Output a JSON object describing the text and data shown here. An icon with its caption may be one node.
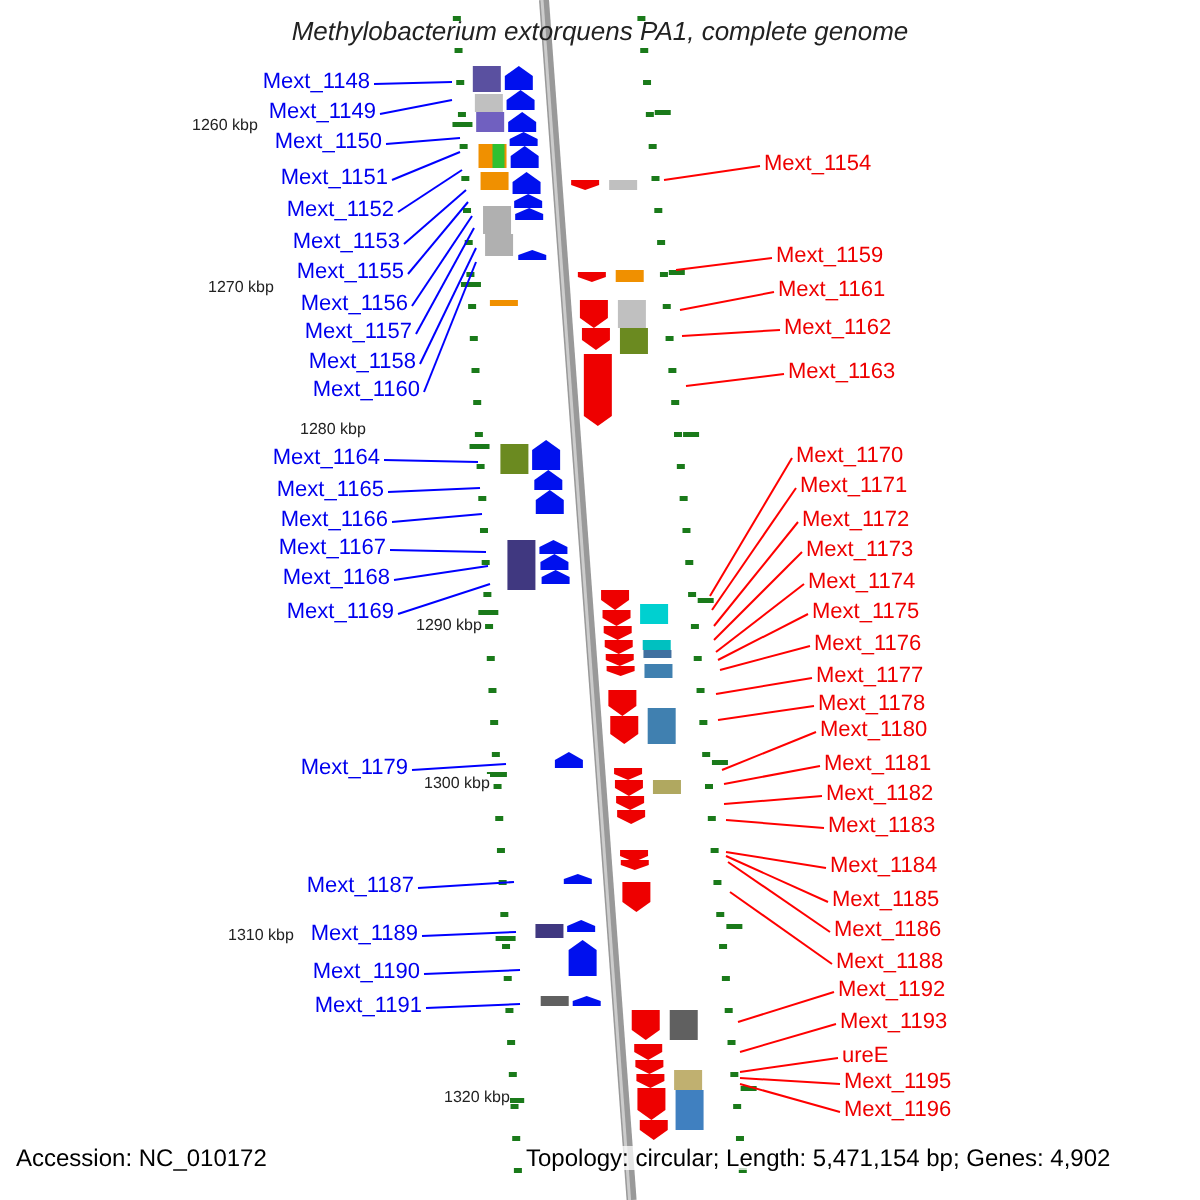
{
  "diagram": {
    "title": "Methylobacterium extorquens PA1, complete genome",
    "nodes": [
      {
        "text": [
          "Mext_1148"
        ]
      },
      {
        "text": [
          "Mext_1149"
        ]
      },
      {
        "text": [
          "Mext_1150"
        ]
      },
      {
        "text": [
          "Mext_1151"
        ]
      },
      {
        "text": [
          "Mext_1152"
        ]
      },
      {
        "text": [
          "Mext_1153"
        ]
      },
      {
        "text": [
          "Mext_1155"
        ]
      },
      {
        "text": [
          "Mext_1156"
        ]
      },
      {
        "text": [
          "Mext_1157"
        ]
      },
      {
        "text": [
          "Mext_1158"
        ]
      },
      {
        "text": [
          "Mext_1160"
        ]
      },
      {
        "text": [
          "Mext_1164"
        ]
      },
      {
        "text": [
          "Mext_1165"
        ]
      },
      {
        "text": [
          "Mext_1166"
        ]
      },
      {
        "text": [
          "Mext_1167"
        ]
      },
      {
        "text": [
          "Mext_1168"
        ]
      },
      {
        "text": [
          "Mext_1169"
        ]
      },
      {
        "text": [
          "Mext_1179"
        ]
      },
      {
        "text": [
          "Mext_1187"
        ]
      },
      {
        "text": [
          "Mext_1189"
        ]
      },
      {
        "text": [
          "Mext_1190"
        ]
      },
      {
        "text": [
          "Mext_1191"
        ]
      },
      {
        "text": [
          "Mext_1154"
        ]
      },
      {
        "text": [
          "Mext_1159"
        ]
      },
      {
        "text": [
          "Mext_1161"
        ]
      },
      {
        "text": [
          "Mext_1162"
        ]
      },
      {
        "text": [
          "Mext_1163"
        ]
      },
      {
        "text": [
          "Mext_1170"
        ]
      },
      {
        "text": [
          "Mext_1171"
        ]
      },
      {
        "text": [
          "Mext_1172"
        ]
      },
      {
        "text": [
          "Mext_1173"
        ]
      },
      {
        "text": [
          "Mext_1174"
        ]
      },
      {
        "text": [
          "Mext_1175"
        ]
      },
      {
        "text": [
          "Mext_1176"
        ]
      },
      {
        "text": [
          "Mext_1177"
        ]
      },
      {
        "text": [
          "Mext_1178"
        ]
      },
      {
        "text": [
          "Mext_1180"
        ]
      },
      {
        "text": [
          "Mext_1181"
        ]
      },
      {
        "text": [
          "Mext_1182"
        ]
      },
      {
        "text": [
          "Mext_1183"
        ]
      },
      {
        "text": [
          "Mext_1184"
        ]
      },
      {
        "text": [
          "Mext_1185"
        ]
      },
      {
        "text": [
          "Mext_1186"
        ]
      },
      {
        "text": [
          "Mext_1188"
        ]
      },
      {
        "text": [
          "Mext_1192"
        ]
      },
      {
        "text": [
          "Mext_1193"
        ]
      },
      {
        "text": [
          "ureE"
        ]
      },
      {
        "text": [
          "Mext_1195"
        ]
      },
      {
        "text": [
          "Mext_1196"
        ]
      }
    ],
    "edges": [
      {
        "from": 0,
        "to": null,
        "arrow": "none",
        "color": "#0000ff"
      },
      {
        "from": 1,
        "to": null,
        "arrow": "none",
        "color": "#0000ff"
      },
      {
        "from": 2,
        "to": null,
        "arrow": "none",
        "color": "#0000ff"
      },
      {
        "from": 3,
        "to": null,
        "arrow": "none",
        "color": "#0000ff"
      },
      {
        "from": 4,
        "to": null,
        "arrow": "none",
        "color": "#0000ff"
      },
      {
        "from": 5,
        "to": null,
        "arrow": "none",
        "color": "#0000ff"
      },
      {
        "from": 6,
        "to": null,
        "arrow": "none",
        "color": "#0000ff"
      },
      {
        "from": 7,
        "to": null,
        "arrow": "none",
        "color": "#0000ff"
      },
      {
        "from": 8,
        "to": null,
        "arrow": "none",
        "color": "#0000ff"
      },
      {
        "from": 9,
        "to": null,
        "arrow": "none",
        "color": "#0000ff"
      },
      {
        "from": 10,
        "to": null,
        "arrow": "none",
        "color": "#0000ff"
      },
      {
        "from": 11,
        "to": null,
        "arrow": "none",
        "color": "#0000ff"
      },
      {
        "from": 12,
        "to": null,
        "arrow": "none",
        "color": "#0000ff"
      },
      {
        "from": 13,
        "to": null,
        "arrow": "none",
        "color": "#0000ff"
      },
      {
        "from": 14,
        "to": null,
        "arrow": "none",
        "color": "#0000ff"
      },
      {
        "from": 15,
        "to": null,
        "arrow": "none",
        "color": "#0000ff"
      },
      {
        "from": 16,
        "to": null,
        "arrow": "none",
        "color": "#0000ff"
      },
      {
        "from": 17,
        "to": null,
        "arrow": "none",
        "color": "#0000ff"
      },
      {
        "from": 18,
        "to": null,
        "arrow": "none",
        "color": "#0000ff"
      },
      {
        "from": 19,
        "to": null,
        "arrow": "none",
        "color": "#0000ff"
      },
      {
        "from": 20,
        "to": null,
        "arrow": "none",
        "color": "#0000ff"
      },
      {
        "from": 21,
        "to": null,
        "arrow": "none",
        "color": "#0000ff"
      },
      {
        "from": 22,
        "to": null,
        "arrow": "none"
      },
      {
        "from": 23,
        "to": null,
        "arrow": "none"
      },
      {
        "from": 24,
        "to": null,
        "arrow": "none"
      },
      {
        "from": 25,
        "to": null,
        "arrow": "none"
      },
      {
        "from": 26,
        "to": null,
        "arrow": "none"
      },
      {
        "from": 27,
        "to": null,
        "arrow": "none"
      },
      {
        "from": 28,
        "to": null,
        "arrow": "none"
      },
      {
        "from": 29,
        "to": null,
        "arrow": "none"
      },
      {
        "from": 30,
        "to": null,
        "arrow": "none"
      },
      {
        "from": 31,
        "to": null,
        "arrow": "none"
      },
      {
        "from": 32,
        "to": null,
        "arrow": "none"
      },
      {
        "from": 33,
        "to": null,
        "arrow": "none"
      },
      {
        "from": 34,
        "to": null,
        "arrow": "none"
      },
      {
        "from": 35,
        "to": null,
        "arrow": "none"
      },
      {
        "from": 36,
        "to": null,
        "arrow": "none"
      },
      {
        "from": 37,
        "to": null,
        "arrow": "none"
      },
      {
        "from": 38,
        "to": null,
        "arrow": "none"
      },
      {
        "from": 39,
        "to": null,
        "arrow": "none"
      },
      {
        "from": 40,
        "to": null,
        "arrow": "none"
      },
      {
        "from": 41,
        "to": null,
        "arrow": "none"
      },
      {
        "from": 42,
        "to": null,
        "arrow": "none"
      },
      {
        "from": 43,
        "to": null,
        "arrow": "none"
      },
      {
        "from": 44,
        "to": null,
        "arrow": "none"
      },
      {
        "from": 45,
        "to": null,
        "arrow": "none"
      },
      {
        "from": 46,
        "to": null,
        "arrow": "none"
      },
      {
        "from": 47,
        "to": null,
        "arrow": "none"
      },
      {
        "from": 48,
        "to": null,
        "arrow": "none"
      }
    ],
    "labels": [
      "1260 kbp",
      "1270 kbp",
      "1280 kbp",
      "1290 kbp",
      "1300 kbp",
      "1310 kbp",
      "1320 kbp",
      "Accession: NC_010172",
      "Topology: circular; Length: 5,471,154 bp; Genes: 4,902"
    ]
  }
}
